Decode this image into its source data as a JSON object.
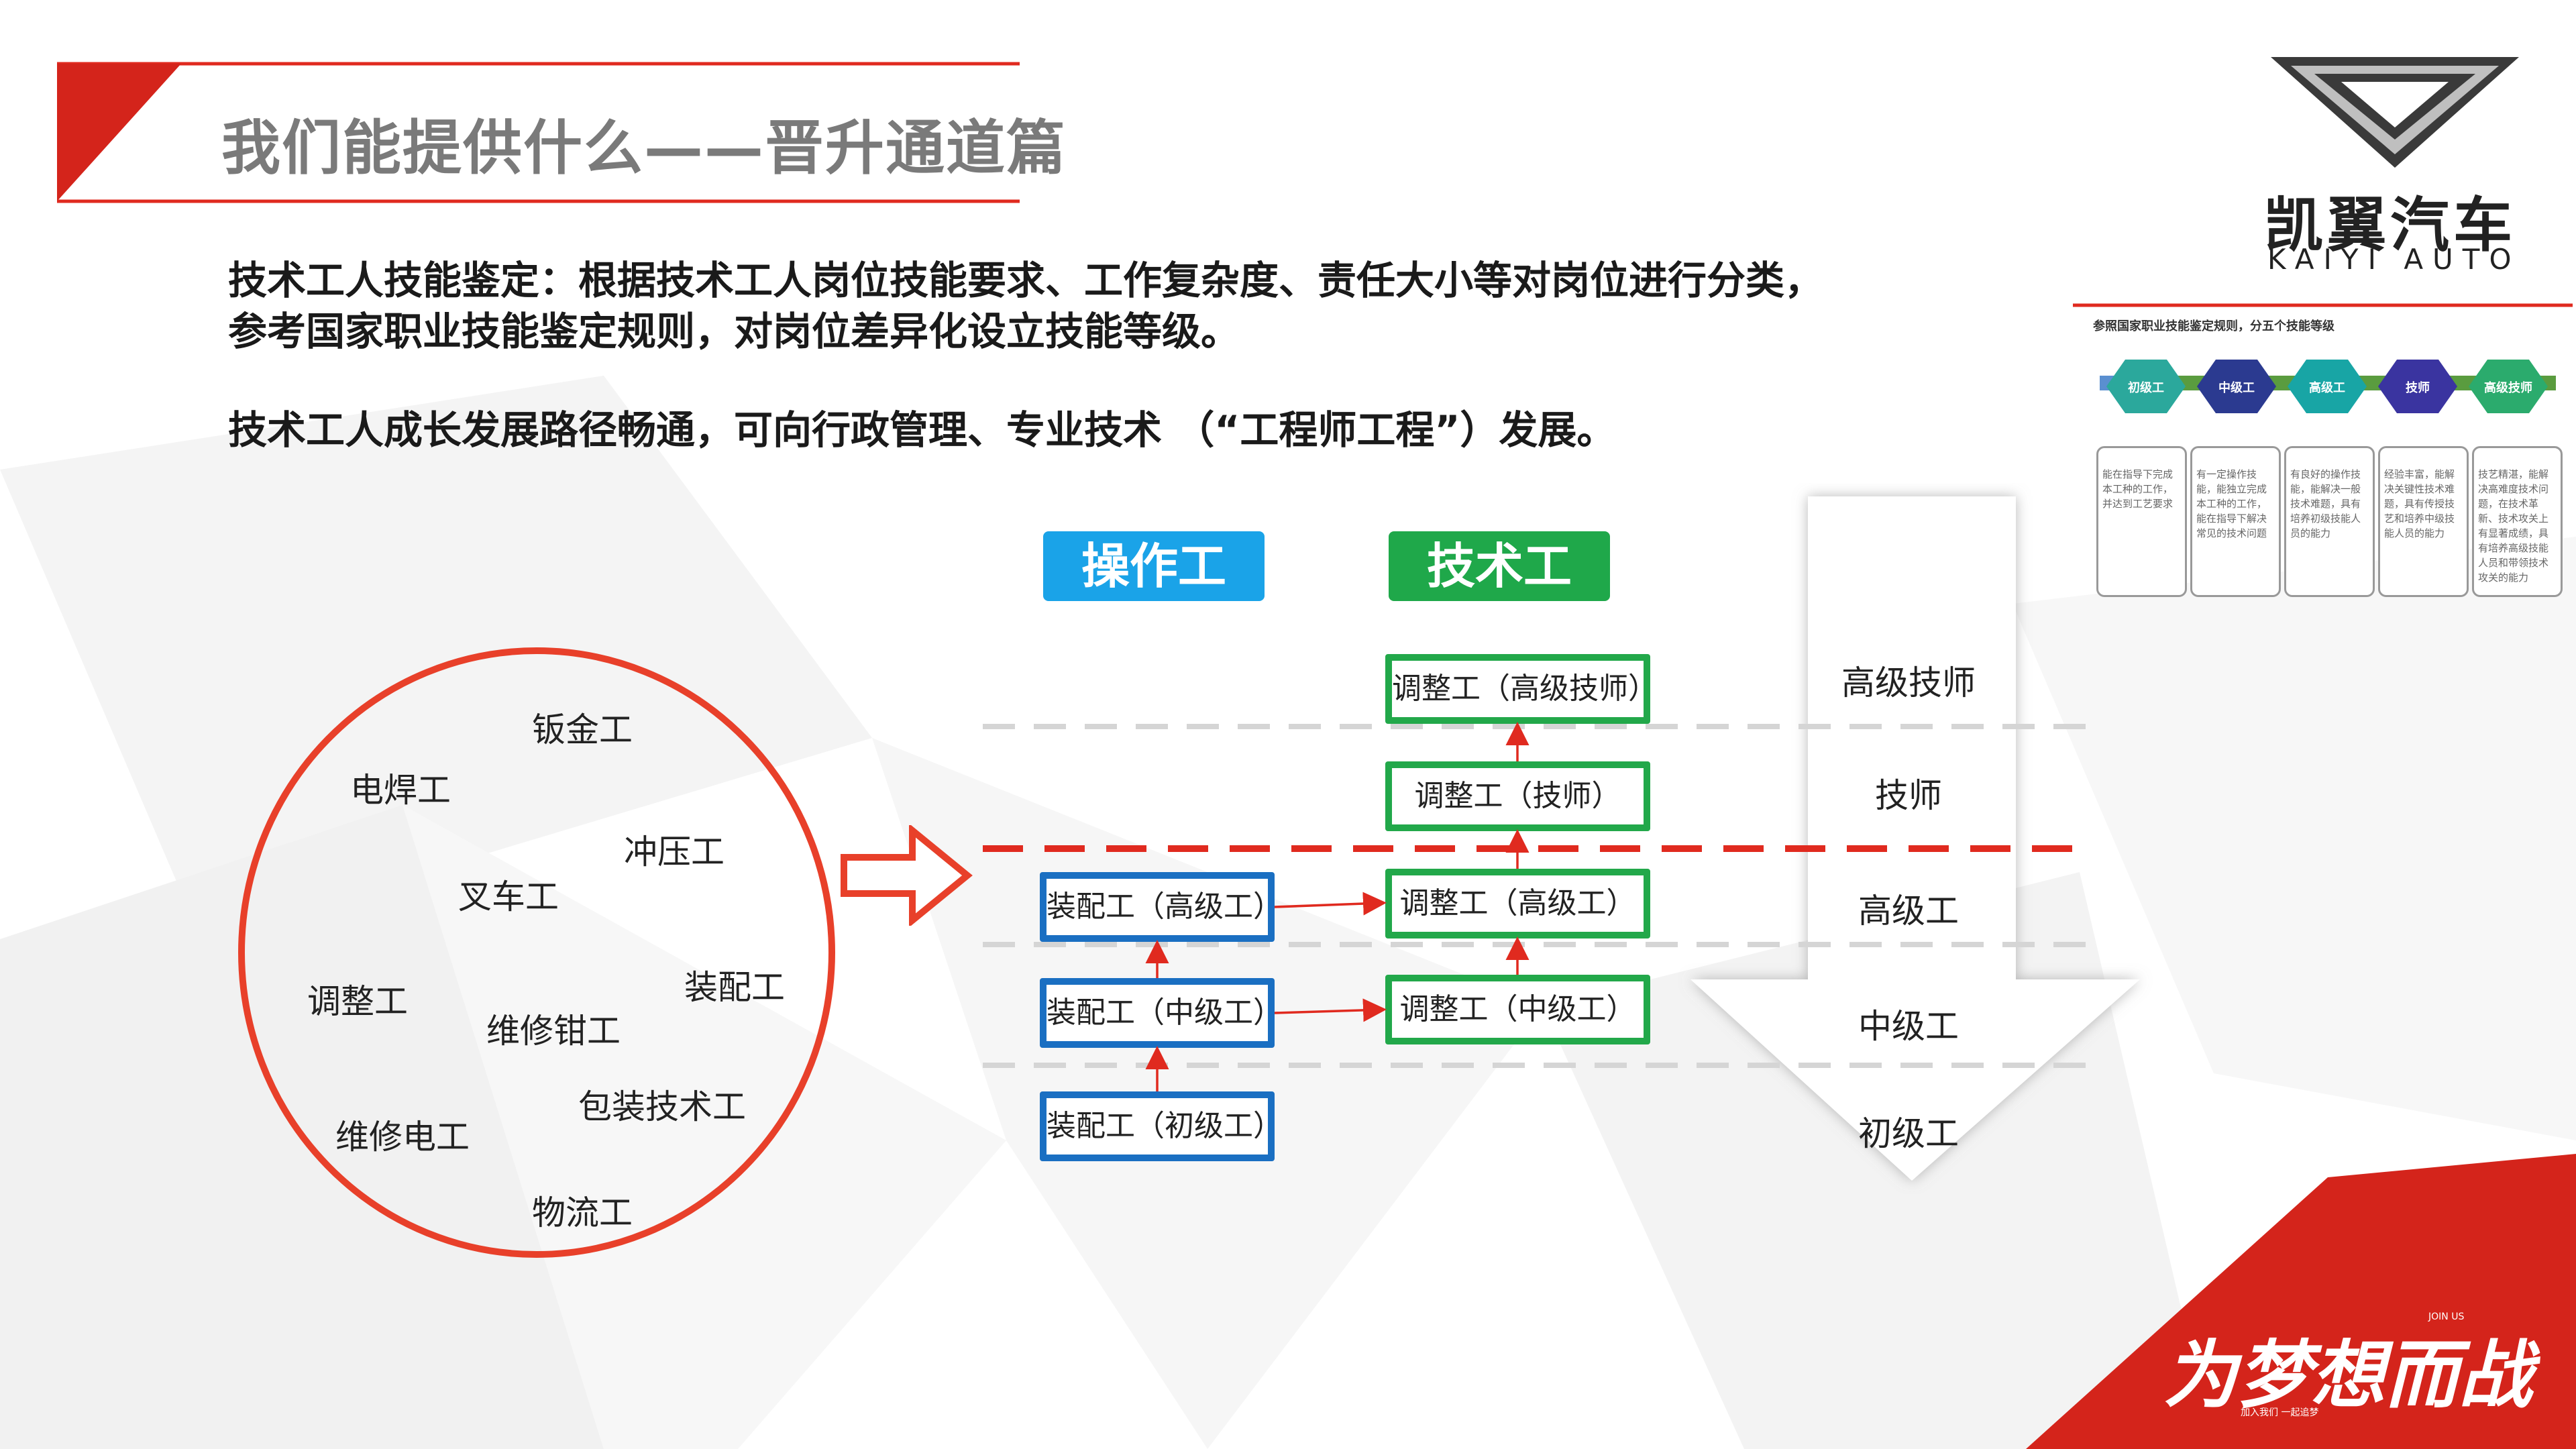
{
  "slide": {
    "title": "我们能提供什么——晋升通道篇",
    "paragraph1_line1": "技术工人技能鉴定：根据技术工人岗位技能要求、工作复杂度、责任大小等对岗位进行分类，",
    "paragraph1_line2": "参考国家职业技能鉴定规则，对岗位差异化设立技能等级。",
    "paragraph2": "技术工人成长发展路径畅通，可向行政管理、专业技术 （“工程师工程”）发展。"
  },
  "logo": {
    "name": "凯翼汽车",
    "sub": "KAIYI AUTO",
    "icon": "kaiyi-chevron-logo-icon"
  },
  "categories": {
    "operator": "操作工",
    "technician": "技术工"
  },
  "jobs": [
    "钣金工",
    "电焊工",
    "冲压工",
    "叉车工",
    "调整工",
    "装配工",
    "维修钳工",
    "包装技术工",
    "维修电工",
    "物流工"
  ],
  "operator_ladder": [
    "装配工（高级工）",
    "装配工（中级工）",
    "装配工（初级工）"
  ],
  "technician_ladder": [
    "调整工（高级技师）",
    "调整工（技师）",
    "调整工（高级工）",
    "调整工（中级工）"
  ],
  "levels": [
    "高级技师",
    "技师",
    "高级工",
    "中级工",
    "初级工"
  ],
  "mini_chart": {
    "title": "参照国家职业技能鉴定规则，分五个技能等级",
    "steps": [
      "初级工",
      "中级工",
      "高级工",
      "技师",
      "高级技师"
    ],
    "descriptions": [
      "能在指导下完成本工种的工作，并达到工艺要求",
      "有一定操作技能，能独立完成本工种的工作，能在指导下解决常见的技术问题",
      "有良好的操作技能，能解决一般技术难题，具有培养初级技能人员的能力",
      "经验丰富，能解决关键性技术难题，具有传授技艺和培养中级技能人员的能力",
      "技艺精湛，能解决高难度技术问题，在技术革新、技术攻关上有显著成绩，具有培养高级技能人员和带领技术攻关的能力"
    ]
  },
  "slogan": {
    "main": "为梦想而战",
    "top": "JOIN US",
    "bottom": "加入我们 一起追梦"
  },
  "colors": {
    "accent_red": "#e02a1f",
    "operator_blue": "#1aa3e8",
    "technician_green": "#1fa84a",
    "box_blue": "#1a6fc2",
    "box_green": "#22a84a",
    "title_gray": "#7a7a7a"
  }
}
